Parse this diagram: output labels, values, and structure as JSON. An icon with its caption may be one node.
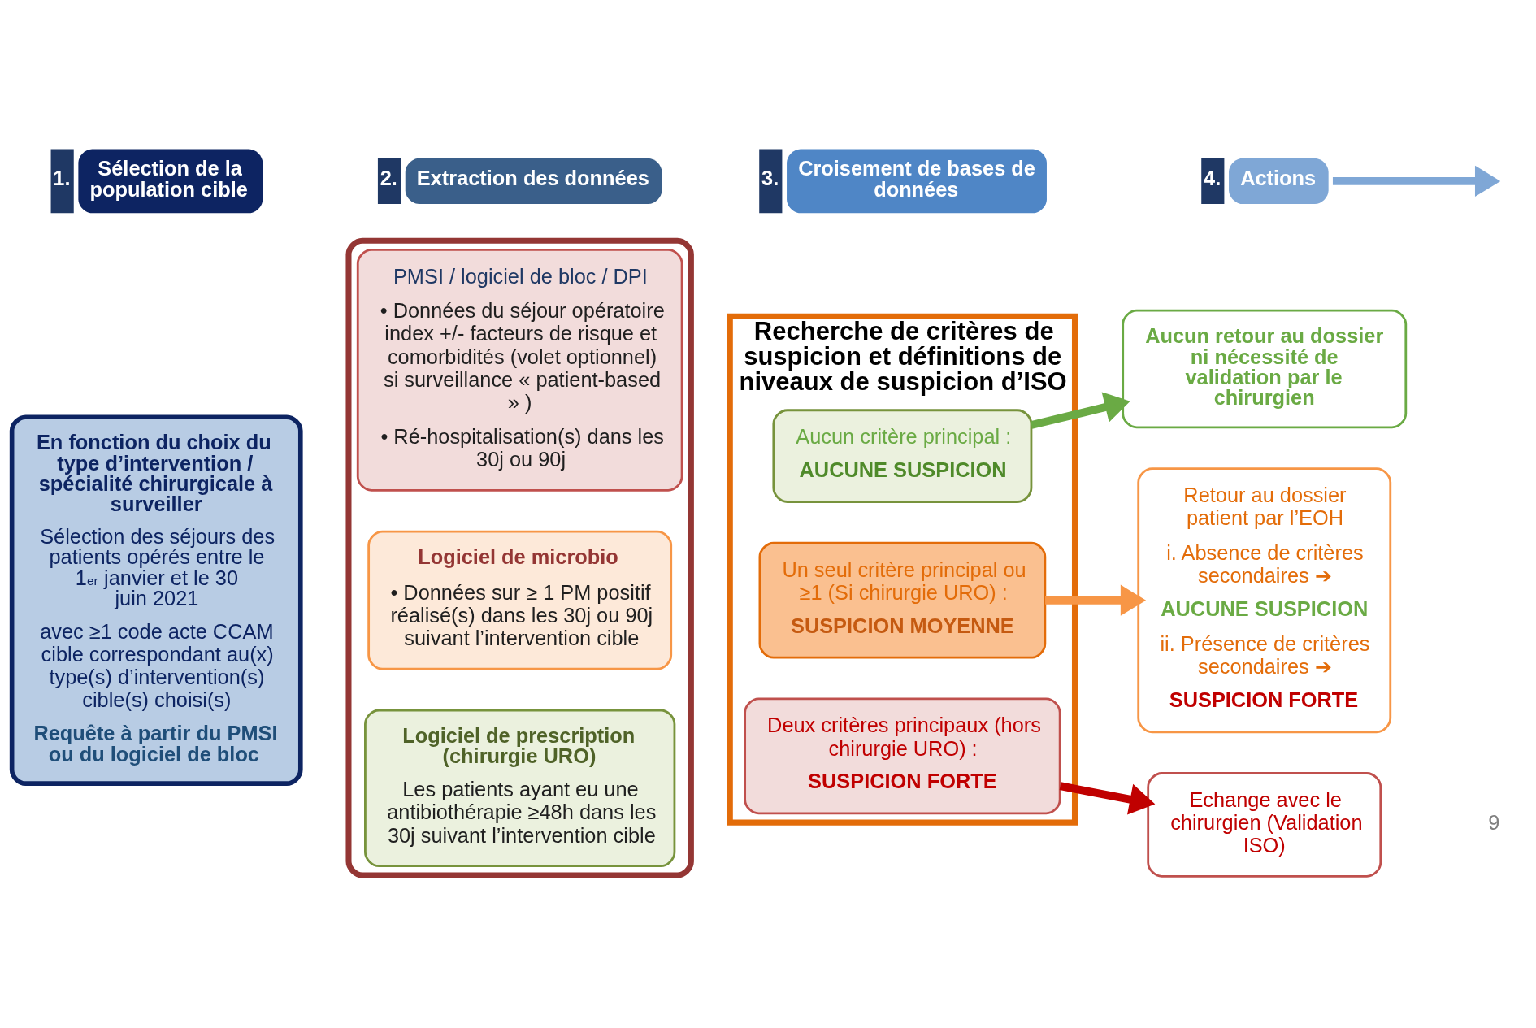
{
  "diagram": {
    "nodes": [
      {
        "text": [
          "Sélection de la population cible"
        ],
        "beside": [
          "1."
        ]
      },
      {
        "text": [
          "Extraction des données"
        ],
        "beside": [
          "2."
        ]
      },
      {
        "text": [
          "Croisement de bases de données"
        ],
        "beside": [
          "3."
        ]
      },
      {
        "text": [
          "Actions"
        ],
        "beside": [
          "4."
        ]
      },
      {
        "text": [
          "En fonction du choix du type d’intervention / spécialité chirurgicale à surveiller",
          "Sélection des séjours des patients opérés entre le 1$^{er}$ janvier et le 30 juin 2021",
          "avec ≥1 code acte CCAM cible correspondant au(x) type(s) d’intervention(s) cible(s) choisi(s)",
          "Requête à partir du PMSI ou du logiciel de bloc"
        ]
      },
      {
        "text": [],
        "shape": "box"
      },
      {
        "text": [
          "PMSI / logiciel de bloc / DPI",
          "• Données du séjour opératoire index +/- facteurs de risque et comorbidités (volet optionnel) si surveillance « patient-based » )",
          "• Ré-hospitalisation(s) dans les 30j ou 90j"
        ],
        "in": 5
      },
      {
        "text": [
          "Logiciel de microbio",
          "• Données sur ≥ 1 PM positif réalisé(s) dans les 30j ou 90j suivant l’intervention cible"
        ],
        "in": 5
      },
      {
        "text": [
          "Logiciel de prescription (chirurgie URO)",
          "Les patients ayant eu une antibiothérapie ≥48h dans les 30j suivant l’intervention cible"
        ],
        "in": 5
      },
      {
        "text": [
          "Recherche de critères de suspicion et définitions de niveaux de suspicion d’ISO"
        ]
      },
      {
        "text": [
          "Aucun critère principal :",
          "AUCUNE SUSPICION"
        ],
        "in": 9
      },
      {
        "text": [
          "Un seul critère principal ou ≥1 (Si chirurgie URO) :",
          "SUSPICION MOYENNE"
        ],
        "in": 9
      },
      {
        "text": [
          "Deux critères principaux (hors chirurgie URO) :",
          "SUSPICION FORTE"
        ],
        "in": 9
      },
      {
        "text": [
          "Aucun retour au dossier ni nécessité de validation par le chirurgien"
        ]
      },
      {
        "text": [
          "Retour au dossier patient par l’EOH",
          "i. Absence de critères secondaires ➔",
          "AUCUNE SUSPICION",
          "ii. Présence de critères secondaires ➔",
          "SUSPICION FORTE"
        ]
      },
      {
        "text": [
          "Echange avec le chirurgien (Validation ISO)"
        ]
      }
    ],
    "edges": [
      {
        "from": 3,
        "to": null,
        "arrow": "to",
        "color": "#7fa7d6"
      },
      {
        "from": 10,
        "to": 13,
        "arrow": "to",
        "color": "#6aaa44"
      },
      {
        "from": 11,
        "to": 14,
        "arrow": "to",
        "color": "#f79646"
      },
      {
        "from": 12,
        "to": 15,
        "arrow": "to",
        "color": "#c00000"
      }
    ],
    "labels": [
      "9"
    ]
  }
}
